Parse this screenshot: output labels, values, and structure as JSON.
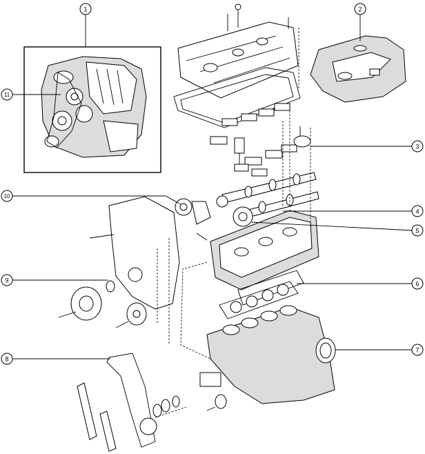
{
  "diagram": {
    "callouts": [
      {
        "id": "1",
        "label": "1"
      },
      {
        "id": "2",
        "label": "2"
      },
      {
        "id": "3",
        "label": "3"
      },
      {
        "id": "4",
        "label": "4"
      },
      {
        "id": "5",
        "label": "5"
      },
      {
        "id": "6",
        "label": "6"
      },
      {
        "id": "7",
        "label": "7"
      },
      {
        "id": "8",
        "label": "8"
      },
      {
        "id": "9",
        "label": "9"
      },
      {
        "id": "10",
        "label": "10"
      },
      {
        "id": "11",
        "label": "11"
      }
    ]
  },
  "colors": {
    "ink": "#000000",
    "paper": "#ffffff",
    "shade": "#dcdcdc"
  }
}
